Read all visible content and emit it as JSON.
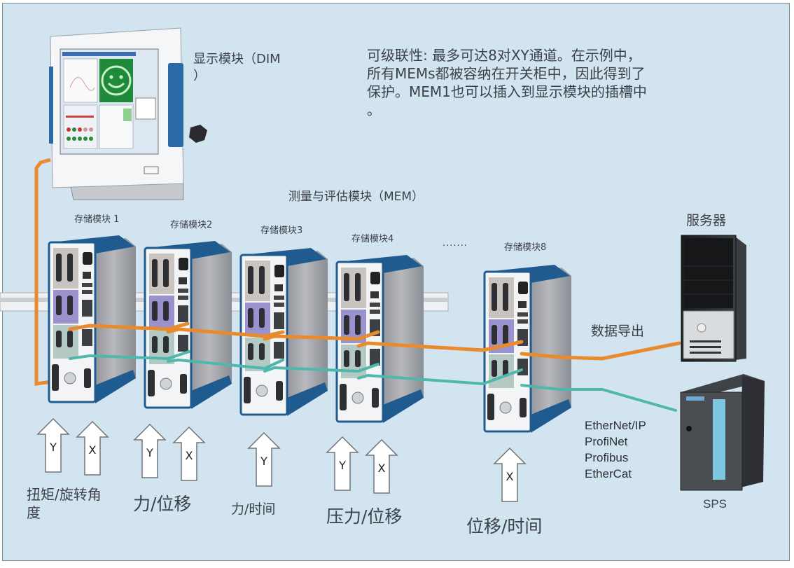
{
  "diagram": {
    "display_module": {
      "label_line1": "显示模块（DIM",
      "label_line2": "）"
    },
    "note_lines": [
      "可级联性: 最多可达8对XY通道。在示例中，",
      "所有MEMs都被容纳在开关柜中，因此得到了",
      "保护。MEM1也可以插入到显示模块的插槽中",
      "。"
    ],
    "mem_group_label": "测量与评估模块（MEM）",
    "modules": [
      {
        "label": "存储模块 1"
      },
      {
        "label": "存储模块2"
      },
      {
        "label": "存储模块3"
      },
      {
        "label": "存储模块4"
      },
      {
        "label": "存储模块8"
      }
    ],
    "ellipsis": ".......",
    "server": {
      "label": "服务器"
    },
    "data_export_label": "数据导出",
    "sps": {
      "label": "SPS"
    },
    "protocols": [
      "EtherNet/IP",
      "ProfiNet",
      "Profibus",
      "EtherCat"
    ],
    "input_groups": [
      {
        "arrows": [
          "Y",
          "X"
        ],
        "label_line1": "扭矩/旋转角",
        "label_line2": "度"
      },
      {
        "arrows": [
          "Y",
          "X"
        ],
        "label_line1": "力/位移",
        "label_line2": ""
      },
      {
        "arrows": [
          "Y"
        ],
        "label_line1": "力/时间",
        "label_line2": ""
      },
      {
        "arrows": [
          "Y",
          "X"
        ],
        "label_line1": "压力/位移",
        "label_line2": ""
      },
      {
        "arrows": [
          "X"
        ],
        "label_line1": "位移/时间",
        "label_line2": ""
      }
    ],
    "colors": {
      "background": "#d3e4f1",
      "orange_cable": "#e98a2c",
      "teal_cable": "#4fb8ac",
      "module_blue": "#1f5b8f",
      "smiley_green": "#1f8a3a"
    }
  }
}
